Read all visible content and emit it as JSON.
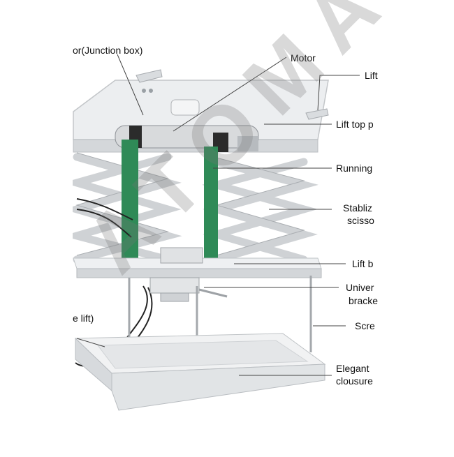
{
  "labels": {
    "junction_box": "or(Junction box)",
    "motor": "Motor",
    "lift_eye": "Lift",
    "lift_top": "Lift top p",
    "running": "Running",
    "stabilizer_1": "Stabliz",
    "stabilizer_2": "scisso",
    "lift_bottom": "Lift b",
    "universal_1": "Univer",
    "universal_2": "bracke",
    "screw": "Scre",
    "side_lift": "e lift)",
    "elegant_1": "Elegant",
    "elegant_2": "clousure"
  },
  "watermark": "ATOMAL",
  "colors": {
    "frame": "#e6e8ea",
    "frame_shadow": "#c7cacd",
    "strap": "#2f8a57",
    "scissor": "#dcdee0",
    "leader": "#444444"
  }
}
